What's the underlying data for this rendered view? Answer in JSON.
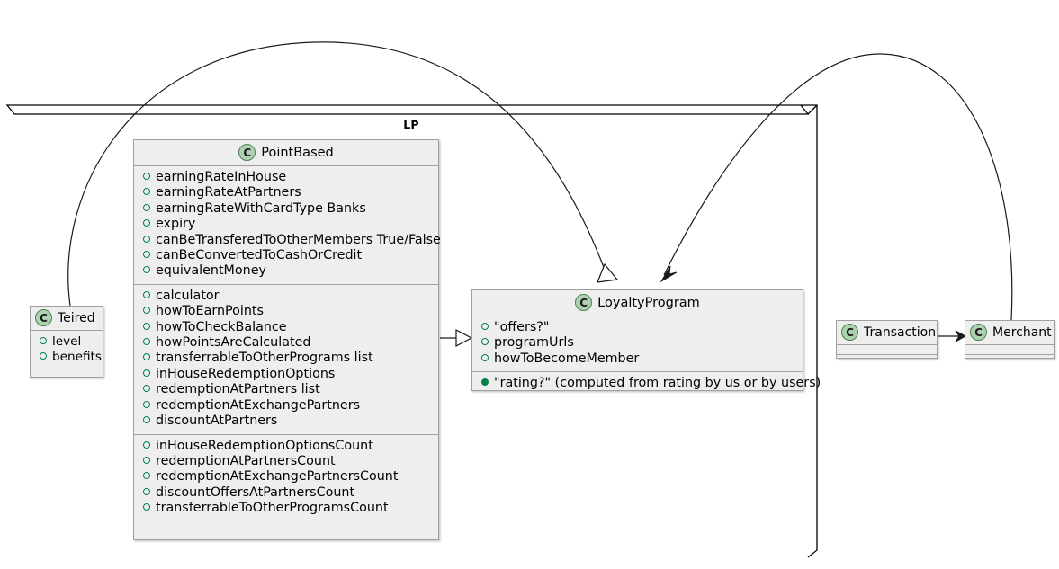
{
  "diagram": {
    "type": "uml-class-diagram",
    "background": "#FFFFFF",
    "accent_green": "#ADD1B2",
    "visibility_green": "#038048",
    "box_fill": "#EEEEEE",
    "box_border": "#A0A0A0"
  },
  "package": {
    "name": "LP",
    "label": "LP"
  },
  "classes": {
    "point_based": {
      "stereotype_icon": "class-icon",
      "stereotype_letter": "C",
      "name": "PointBased",
      "compartments": [
        {
          "members": [
            {
              "visibility": "protected",
              "text": "earningRateInHouse"
            },
            {
              "visibility": "protected",
              "text": "earningRateAtPartners"
            },
            {
              "visibility": "protected",
              "text": "earningRateWithCardType Banks"
            },
            {
              "visibility": "protected",
              "text": "expiry"
            },
            {
              "visibility": "protected",
              "text": "canBeTransferedToOtherMembers True/False"
            },
            {
              "visibility": "protected",
              "text": "canBeConvertedToCashOrCredit"
            },
            {
              "visibility": "protected",
              "text": "equivalentMoney"
            }
          ]
        },
        {
          "members": [
            {
              "visibility": "protected",
              "text": "calculator"
            },
            {
              "visibility": "protected",
              "text": "howToEarnPoints"
            },
            {
              "visibility": "protected",
              "text": "howToCheckBalance"
            },
            {
              "visibility": "protected",
              "text": "howPointsAreCalculated"
            },
            {
              "visibility": "protected",
              "text": "transferrableToOtherPrograms list"
            },
            {
              "visibility": "protected",
              "text": "inHouseRedemptionOptions"
            },
            {
              "visibility": "protected",
              "text": "redemptionAtPartners list"
            },
            {
              "visibility": "protected",
              "text": "redemptionAtExchangePartners"
            },
            {
              "visibility": "protected",
              "text": "discountAtPartners"
            }
          ]
        },
        {
          "members": [
            {
              "visibility": "protected",
              "text": "inHouseRedemptionOptionsCount"
            },
            {
              "visibility": "protected",
              "text": "redemptionAtPartnersCount"
            },
            {
              "visibility": "protected",
              "text": "redemptionAtExchangePartnersCount"
            },
            {
              "visibility": "protected",
              "text": "discountOffersAtPartnersCount"
            },
            {
              "visibility": "protected",
              "text": "transferrableToOtherProgramsCount"
            }
          ]
        }
      ]
    },
    "teired": {
      "stereotype_icon": "class-icon",
      "stereotype_letter": "C",
      "name": "Teired",
      "compartments": [
        {
          "members": [
            {
              "visibility": "protected",
              "text": "level"
            },
            {
              "visibility": "protected",
              "text": "benefits"
            }
          ]
        },
        {
          "members": []
        }
      ]
    },
    "loyalty_program": {
      "stereotype_icon": "class-icon",
      "stereotype_letter": "C",
      "name": "LoyaltyProgram",
      "compartments": [
        {
          "members": [
            {
              "visibility": "protected",
              "text": "\"offers?\""
            },
            {
              "visibility": "protected",
              "text": "programUrls"
            },
            {
              "visibility": "protected",
              "text": "howToBecomeMember"
            }
          ]
        },
        {
          "members": [
            {
              "visibility": "public",
              "text": "\"rating?\" (computed from rating by us or by users)"
            }
          ]
        }
      ]
    },
    "transaction": {
      "stereotype_icon": "class-icon",
      "stereotype_letter": "C",
      "name": "Transaction",
      "compartments": [
        {
          "members": []
        },
        {
          "members": []
        }
      ]
    },
    "merchant": {
      "stereotype_icon": "class-icon",
      "stereotype_letter": "C",
      "name": "Merchant",
      "compartments": [
        {
          "members": []
        },
        {
          "members": []
        }
      ]
    }
  },
  "relationships": [
    {
      "id": "rel-teired-loyalty",
      "from": "Teired",
      "to": "LoyaltyProgram",
      "kind": "generalization",
      "arrowhead": "hollow-triangle",
      "routing": "curved-over-package"
    },
    {
      "id": "rel-pointbased-loyalty",
      "from": "PointBased",
      "to": "LoyaltyProgram",
      "kind": "generalization",
      "arrowhead": "hollow-triangle",
      "routing": "straight"
    },
    {
      "id": "rel-merchant-loyalty",
      "from": "Merchant",
      "to": "LoyaltyProgram",
      "kind": "association",
      "arrowhead": "open-arrow",
      "routing": "curved-over-package"
    },
    {
      "id": "rel-transaction-merchant",
      "from": "Transaction",
      "to": "Merchant",
      "kind": "association",
      "arrowhead": "open-arrow",
      "routing": "straight"
    }
  ]
}
